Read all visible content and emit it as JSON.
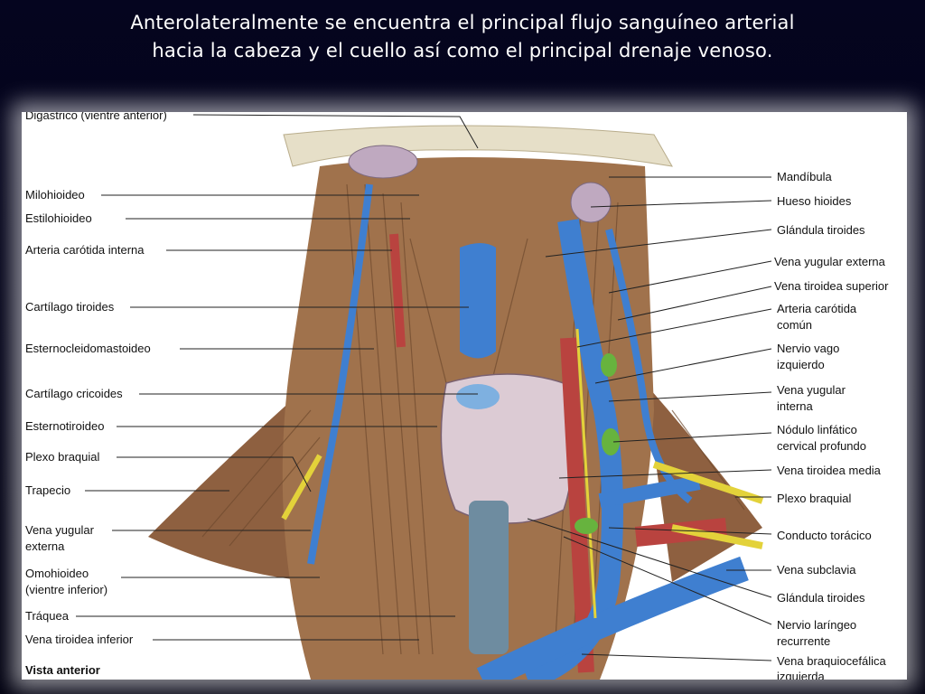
{
  "slide": {
    "title_line1": "Anterolateralmente se encuentra el principal flujo sanguíneo arterial",
    "title_line2": "hacia la cabeza y el cuello así como el principal drenaje venoso."
  },
  "figure": {
    "left_labels": [
      "Digastrico (vientre anterior)",
      "Milohioideo",
      "Estilohioideo",
      "Arteria carótida interna",
      "Cartílago tiroides",
      "Esternocleidomastoideo",
      "Cartílago cricoides",
      "Esternotiroideo",
      "Plexo braquial",
      "Trapecio",
      "Vena yugular",
      "externa",
      "Omohioideo",
      "(vientre inferior)",
      "Tráquea",
      "Vena tiroidea inferior"
    ],
    "view_label": "Vista anterior",
    "right_labels": [
      "Mandíbula",
      "Hueso hioides",
      "Glándula tiroides",
      "Vena yugular externa",
      "Vena tiroidea superior",
      "Arteria carótida",
      "común",
      "Nervio vago",
      "izquierdo",
      "Vena yugular",
      "interna",
      "Nódulo linfático",
      "cervical profundo",
      "Vena tiroidea media",
      "Plexo braquial",
      "Conducto torácico",
      "Vena subclavia",
      "Glándula tiroides",
      "Nervio laríngeo",
      "recurrente",
      "Vena braquiocefálica",
      "izquierda"
    ]
  },
  "colors": {
    "background": "#000014",
    "muscle": "#9a6a45",
    "vein": "#3f7fd0",
    "artery": "#b9433f",
    "nerve": "#e3d23a",
    "lymph": "#67b33e",
    "gland": "#d9c7cf"
  }
}
